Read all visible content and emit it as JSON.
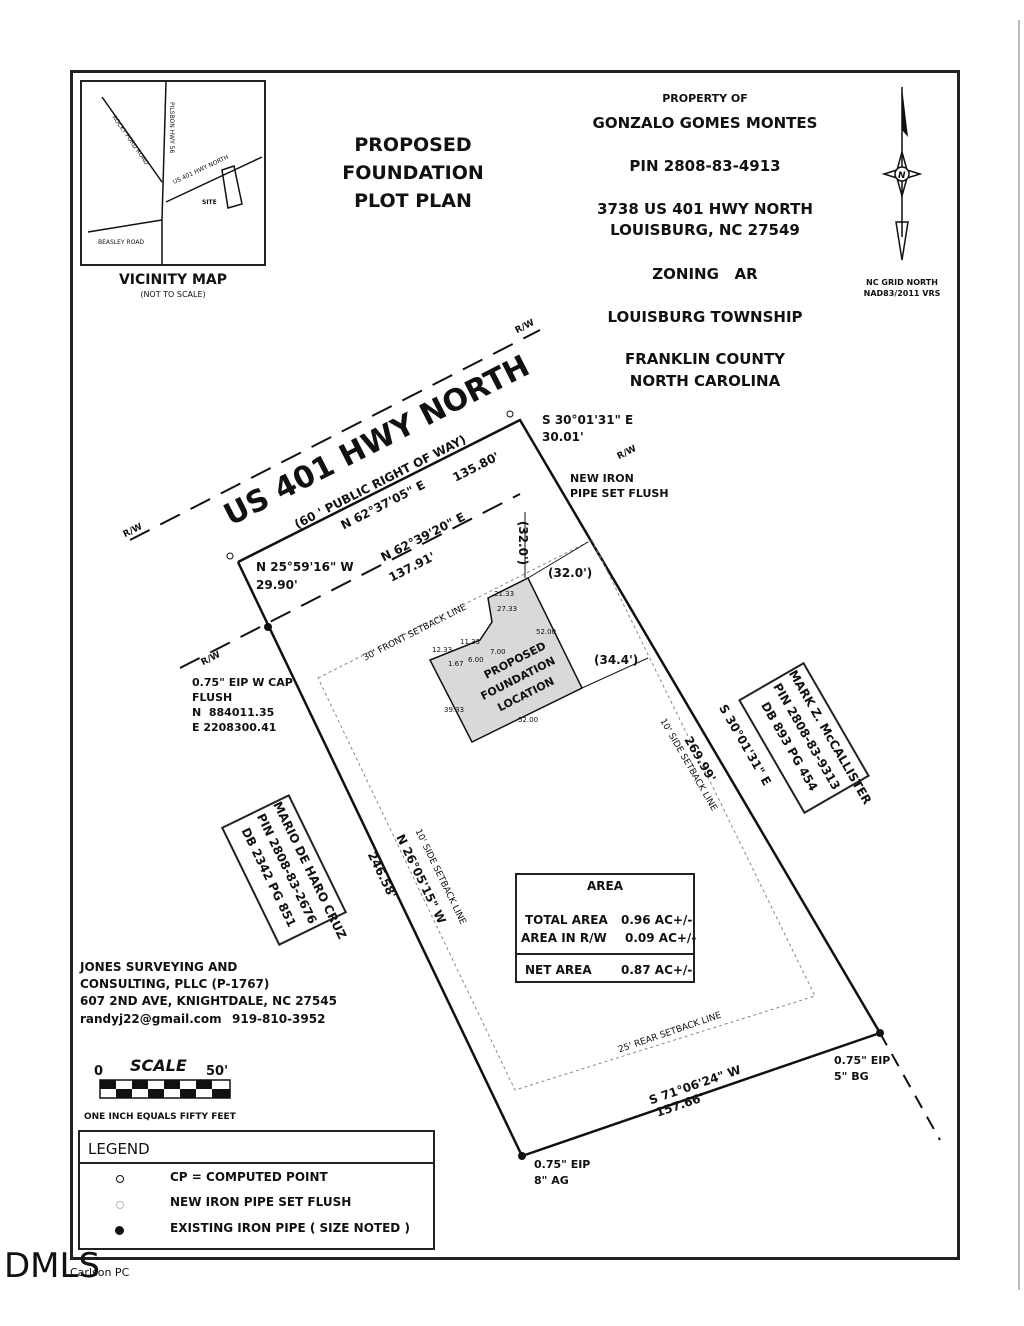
{
  "title": {
    "line1": "PROPOSED",
    "line2": "FOUNDATION",
    "line3": "PLOT PLAN"
  },
  "owner": {
    "property_of": "PROPERTY OF",
    "name": "GONZALO GOMES MONTES",
    "pin": "PIN 2808-83-4913",
    "address1": "3738 US 401 HWY NORTH",
    "address2": "LOUISBURG, NC 27549",
    "zoning": "ZONING   AR",
    "township": "LOUISBURG TOWNSHIP",
    "county": "FRANKLIN COUNTY",
    "state": "NORTH CAROLINA"
  },
  "north_arrow": {
    "label1": "NC GRID NORTH",
    "label2": "NAD83/2011 VRS",
    "symbol": "N"
  },
  "vicinity_map": {
    "title": "VICINITY MAP",
    "subtitle": "(NOT TO SCALE)",
    "roads": [
      "ROCKY FORD ROAD",
      "PILSBON HWY 56",
      "US 401 HWY NORTH",
      "BEASLEY ROAD"
    ],
    "site": "SITE"
  },
  "road": {
    "name": "US  401 HWY NORTH",
    "row": "(60 ' PUBLIC RIGHT OF WAY)",
    "rw_label": "R/W"
  },
  "bearings": {
    "row_line": "N 62°37'05\" E",
    "row_dist": "135.80'",
    "front_line": "N 62°39'20\" E",
    "front_dist": "137.91'",
    "west_short": "N 25°59'16\" W",
    "west_short_dist": "29.90'",
    "east_short": "S 30°01'31\" E",
    "east_short_dist": "30.01'",
    "east_line": "S 30°01'31\" E",
    "east_dist": "269.99'",
    "west_line": "N 26°05'15\" W",
    "west_dist": "246.58'",
    "rear_line": "S 71°06'24\" W",
    "rear_dist": "157.66'"
  },
  "setbacks": {
    "front": "30' FRONT SETBACK LINE",
    "side_east": "10' SIDE SETBACK LINE",
    "side_west": "10' SIDE SETBACK LINE",
    "rear": "25' REAR SETBACK LINE",
    "dim1": "(32.0')",
    "dim2": "(32.0')",
    "dim3": "(34.4')"
  },
  "foundation": {
    "label1": "PROPOSED",
    "label2": "FOUNDATION",
    "label3": "LOCATION",
    "dims": [
      "21.33",
      "11.33",
      "12.33",
      "1.67",
      "6.00",
      "7.00",
      "52.00",
      "39.33",
      "52.00",
      "27.33"
    ]
  },
  "points": {
    "new_pipe": "NEW IRON",
    "new_pipe2": "PIPE SET FLUSH",
    "eip_cap1": "0.75\" EIP W CAP",
    "eip_cap2": "FLUSH",
    "eip_n": "N  884011.35",
    "eip_e": "E 2208300.41",
    "eip_se1": "0.75\" EIP",
    "eip_se2": "5\" BG",
    "eip_s1": "0.75\" EIP",
    "eip_s2": "8\" AG"
  },
  "adjoiners": {
    "east": {
      "name": "MARK Z. McCALLISTER",
      "pin": "PIN 2808-83-9313",
      "db": "DB 893 PG 454"
    },
    "west": {
      "name": "MARIO DE HARO CRUZ",
      "pin": "PIN 2808-83-2676",
      "db": "DB 2342 PG 851"
    }
  },
  "area": {
    "title": "AREA",
    "total_label": "TOTAL AREA",
    "total_value": "0.96 AC+/-",
    "rw_label": "AREA IN R/W",
    "rw_value": "0.09 AC+/-",
    "net_label": "NET AREA",
    "net_value": "0.87 AC+/-"
  },
  "surveyor": {
    "line1": "JONES SURVEYING AND",
    "line2": "CONSULTING, PLLC (P-1767)",
    "line3": "607 2ND AVE, KNIGHTDALE, NC 27545",
    "email": "randyj22@gmail.com",
    "phone": "919-810-3952"
  },
  "scale": {
    "title": "SCALE",
    "start": "0",
    "end": "50'",
    "note": "ONE INCH EQUALS FIFTY FEET"
  },
  "legend": {
    "title": "LEGEND",
    "items": [
      {
        "label": "CP = COMPUTED POINT"
      },
      {
        "label": "NEW IRON PIPE SET FLUSH"
      },
      {
        "label": "EXISTING IRON PIPE ( SIZE NOTED )"
      }
    ]
  },
  "watermark": {
    "mls": "DMLS",
    "software": "Carlson PC"
  }
}
